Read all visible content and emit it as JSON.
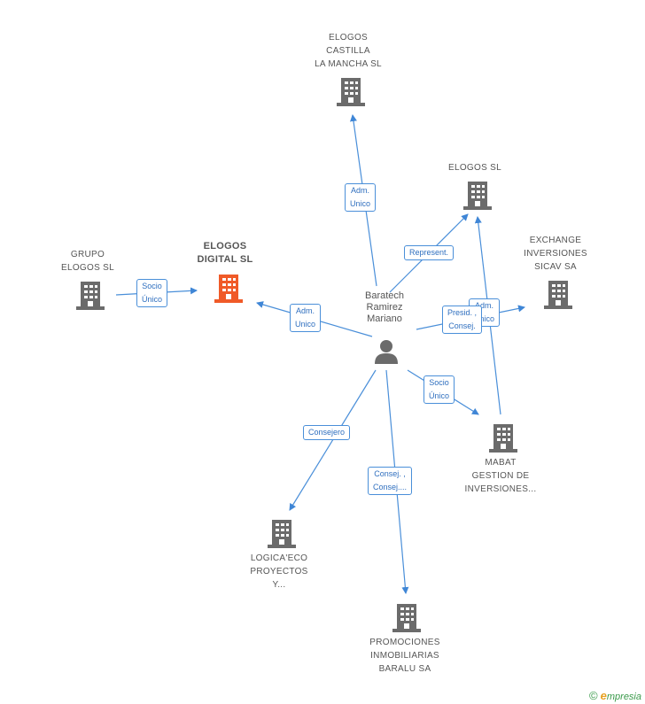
{
  "nodes": {
    "elogos_castilla": {
      "label": "ELOGOS\nCASTILLA\nLA MANCHA SL"
    },
    "elogos_sl": {
      "label": "ELOGOS SL"
    },
    "exchange": {
      "label": "EXCHANGE\nINVERSIONES\nSICAV SA"
    },
    "grupo_elogos": {
      "label": "GRUPO\nELOGOS SL"
    },
    "elogos_digital": {
      "label": "ELOGOS\nDIGITAL SL"
    },
    "mabat": {
      "label": "MABAT\nGESTION DE\nINVERSIONES..."
    },
    "logicaeco": {
      "label": "LOGICA'ECO\nPROYECTOS\nY..."
    },
    "promociones": {
      "label": "PROMOCIONES\nINMOBILIARIAS\nBARALU SA"
    }
  },
  "person": {
    "label": "Baratech\nRamirez\nMariano"
  },
  "edges": {
    "adm_unico_castilla": "Adm.\nUnico",
    "represent_elogos_sl": "Represent.",
    "adm_unico_exchange": "Adm.\nUnico",
    "presid_consej": "Presid. ,\nConsej.",
    "socio_unico_grupo": "Socio\nÚnico",
    "adm_unico_digital": "Adm.\nUnico",
    "socio_unico_mabat": "Socio\nÚnico",
    "consejero_logica": "Consejero",
    "consej_promociones": "Consej. ,\nConsej...."
  },
  "colors": {
    "accent": "#4a8fd9",
    "building": "#6b6b6b",
    "focus_building": "#f05a28"
  },
  "watermark": {
    "copyright": "©",
    "brand_initial": "e",
    "brand_rest": "mpresia"
  }
}
